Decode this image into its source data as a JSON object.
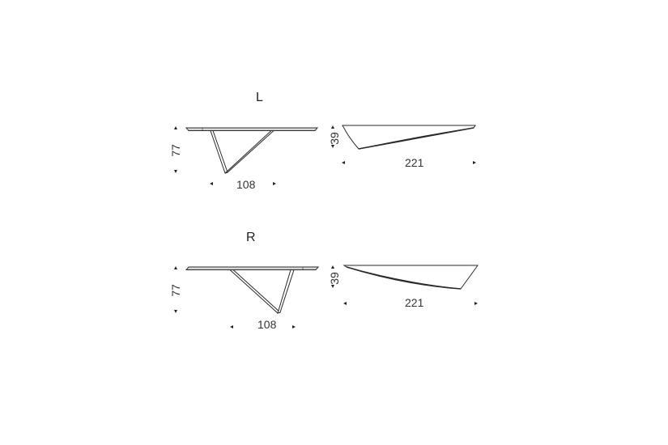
{
  "diagram": {
    "variants": [
      {
        "id": "L",
        "label": "L",
        "front_view": {
          "height_dim": "77",
          "base_width_dim": "108"
        },
        "side_view": {
          "depth_dim": "39",
          "length_dim": "221"
        }
      },
      {
        "id": "R",
        "label": "R",
        "front_view": {
          "height_dim": "77",
          "base_width_dim": "108"
        },
        "side_view": {
          "depth_dim": "39",
          "length_dim": "221"
        }
      }
    ],
    "colors": {
      "line": "#2a2a2a",
      "line_light": "#9a9a9a",
      "text": "#222222",
      "background": "#ffffff"
    }
  }
}
